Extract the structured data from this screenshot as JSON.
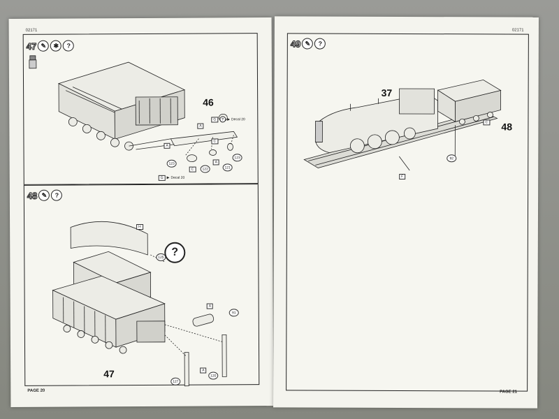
{
  "left_page": {
    "doc_code": "02171",
    "page_label": "PAGE 20",
    "step47": {
      "number": "47",
      "icons": [
        "glue-icon",
        "paint-icon",
        "question-icon"
      ],
      "callout": "46",
      "parts": [
        "123",
        "122",
        "121",
        "123"
      ],
      "paint_refs": [
        {
          "letter": "A"
        },
        {
          "letter": "G"
        },
        {
          "letter": "C"
        },
        {
          "letter": "A"
        },
        {
          "letter": "C"
        },
        {
          "letter": "A"
        }
      ],
      "decal_top": "Decal 20",
      "decal_bottom": "Decal 20"
    },
    "step48": {
      "number": "48",
      "icons": [
        "glue-icon",
        "question-icon"
      ],
      "callout": "47",
      "parts": [
        "125",
        "91",
        "127",
        "120"
      ],
      "paint_refs": [
        {
          "letter": "H"
        },
        {
          "letter": "A"
        },
        {
          "letter": "A"
        }
      ]
    }
  },
  "right_page": {
    "doc_code": "02171",
    "page_label": "PAGE 21",
    "step49": {
      "number": "49",
      "icons": [
        "glue-icon",
        "question-icon"
      ],
      "callout_loco": "37",
      "callout_tender": "48",
      "parts": [
        "92"
      ],
      "paint_refs": [
        {
          "letter": "C"
        },
        {
          "letter": "F"
        }
      ]
    }
  },
  "colors": {
    "paper": "#f4f4ee",
    "ink": "#222222",
    "background": "#8a8c88"
  }
}
